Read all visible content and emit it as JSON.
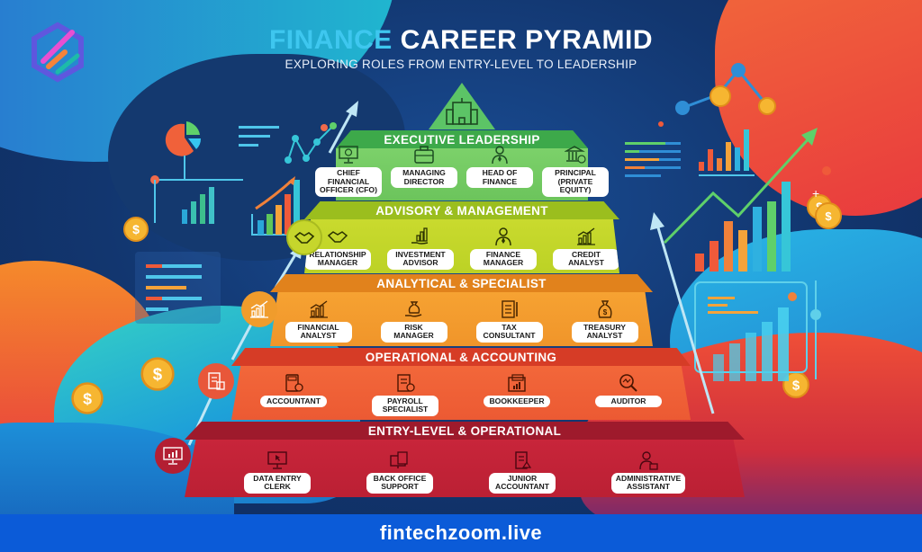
{
  "header": {
    "title_accent": "FINANCE",
    "title_rest": "CAREER PYRAMID",
    "subtitle": "EXPLORING ROLES FROM ENTRY-LEVEL TO LEADERSHIP"
  },
  "apex": {
    "icon": "office-building-icon"
  },
  "tiers": [
    {
      "level": 1,
      "title": "EXECUTIVE LEADERSHIP",
      "color": "#3da94a",
      "roles": [
        {
          "label": "CHIEF FINANCIAL\nOFFICER (CFO)",
          "icon": "monitor-dollar-icon"
        },
        {
          "label": "MANAGING\nDIRECTOR",
          "icon": "briefcase-icon"
        },
        {
          "label": "HEAD OF\nFINANCE",
          "icon": "person-tie-icon"
        },
        {
          "label": "PRINCIPAL\n(PRIVATE EQUITY)",
          "icon": "bank-dollar-icon"
        }
      ]
    },
    {
      "level": 2,
      "title": "ADVISORY & MANAGEMENT",
      "color": "#c9da2e",
      "side_icon": "handshake-icon",
      "roles": [
        {
          "label": "RELATIONSHIP\nMANAGER",
          "icon": "handshake-icon"
        },
        {
          "label": "INVESTMENT\nADVISOR",
          "icon": "hand-bar-chart-icon"
        },
        {
          "label": "FINANCE\nMANAGER",
          "icon": "person-tie-icon"
        },
        {
          "label": "CREDIT\nANALYST",
          "icon": "growth-chart-icon"
        }
      ]
    },
    {
      "level": 3,
      "title": "ANALYTICAL & SPECIALIST",
      "color": "#f6a232",
      "side_icon": "growth-chart-icon",
      "roles": [
        {
          "label": "FINANCIAL\nANALYST",
          "icon": "growth-chart-icon"
        },
        {
          "label": "RISK\nMANAGER",
          "icon": "hand-money-bag-icon"
        },
        {
          "label": "TAX\nCONSULTANT",
          "icon": "tax-document-icon"
        },
        {
          "label": "TREASURY\nANALYST",
          "icon": "money-bag-icon"
        }
      ]
    },
    {
      "level": 4,
      "title": "OPERATIONAL & ACCOUNTING",
      "color": "#f2673a",
      "side_icon": "documents-icon",
      "roles": [
        {
          "label": "ACCOUNTANT",
          "icon": "calculator-check-icon"
        },
        {
          "label": "PAYROLL\nSPECIALIST",
          "icon": "document-dollar-icon"
        },
        {
          "label": "BOOKKEEPER",
          "icon": "ledger-chart-icon"
        },
        {
          "label": "AUDITOR",
          "icon": "magnifier-icon"
        }
      ]
    },
    {
      "level": 5,
      "title": "ENTRY-LEVEL & OPERATIONAL",
      "color": "#c8253a",
      "side_icon": "monitor-chart-icon",
      "roles": [
        {
          "label": "DATA ENTRY\nCLERK",
          "icon": "monitor-cursor-icon"
        },
        {
          "label": "BACK OFFICE\nSUPPORT",
          "icon": "computer-documents-icon"
        },
        {
          "label": "JUNIOR\nACCOUNTANT",
          "icon": "document-pen-icon"
        },
        {
          "label": "ADMINISTRATIVE\nASSISTANT",
          "icon": "person-briefcase-icon"
        }
      ]
    }
  ],
  "footer": {
    "site": "fintechzoom.live"
  },
  "colors": {
    "title_accent": "#3ec7ef",
    "footer_bg": "#0b5bd8",
    "background": "#12366f"
  }
}
